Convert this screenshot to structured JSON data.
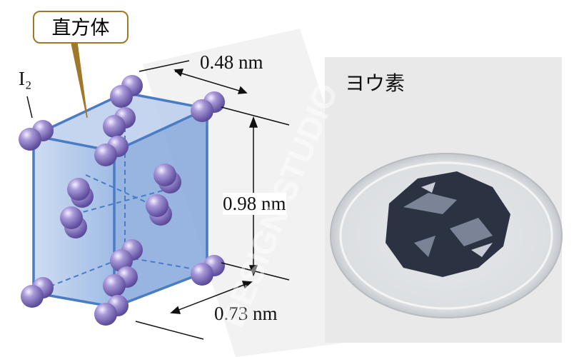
{
  "labels": {
    "shape": "直方体",
    "molecule": "I₂",
    "dim_a": "0.48 nm",
    "dim_c": "0.98 nm",
    "dim_b": "0.73 nm",
    "photo_title": "ヨウ素"
  },
  "watermark": "DESIGN STUDIO",
  "colors": {
    "box_face": "#8fb0e0",
    "box_edge": "#4a7cc4",
    "atom": "#8a78c4",
    "callout_border": "#a0782a"
  }
}
